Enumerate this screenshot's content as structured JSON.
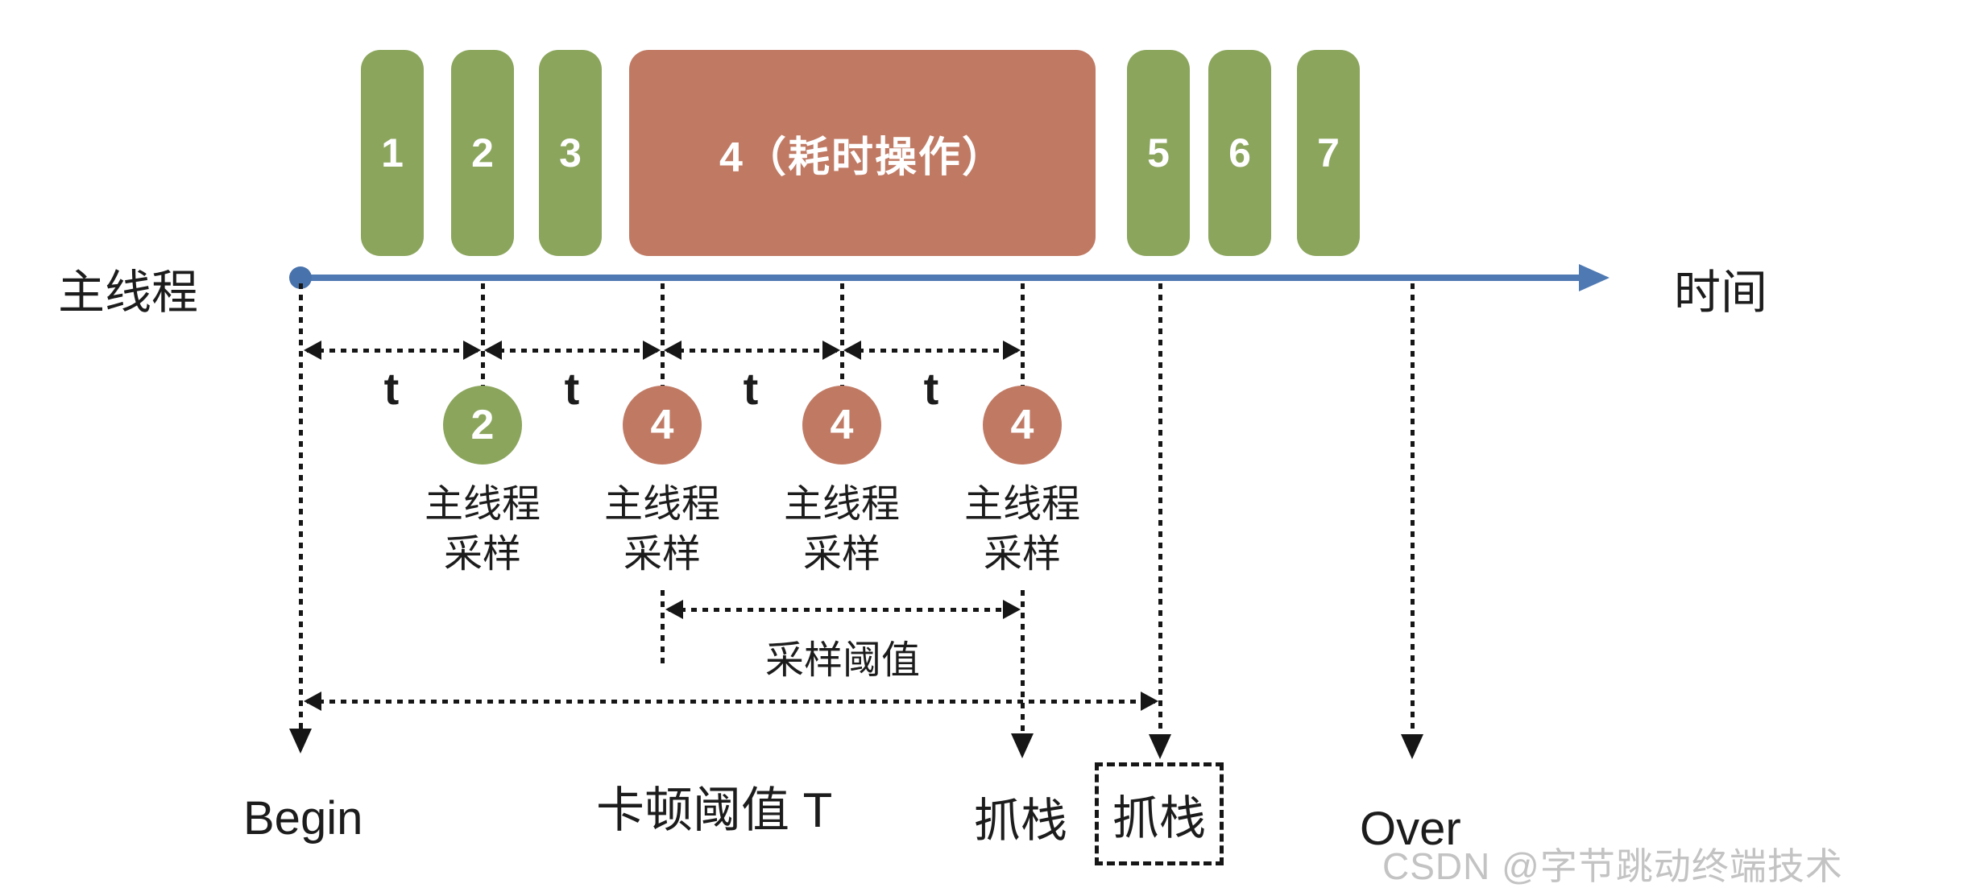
{
  "diagram": {
    "main_thread_label": "主线程",
    "time_label": "时间",
    "interval_label": "t",
    "blocks": [
      {
        "label": "1",
        "type": "normal"
      },
      {
        "label": "2",
        "type": "normal"
      },
      {
        "label": "3",
        "type": "normal"
      },
      {
        "label": "4（耗时操作）",
        "type": "time-consuming"
      },
      {
        "label": "5",
        "type": "normal"
      },
      {
        "label": "6",
        "type": "normal"
      },
      {
        "label": "7",
        "type": "normal"
      }
    ],
    "samples": [
      {
        "value": "2",
        "line1": "主线程",
        "line2": "采样",
        "status": "normal"
      },
      {
        "value": "4",
        "line1": "主线程",
        "line2": "采样",
        "status": "busy"
      },
      {
        "value": "4",
        "line1": "主线程",
        "line2": "采样",
        "status": "busy"
      },
      {
        "value": "4",
        "line1": "主线程",
        "line2": "采样",
        "status": "busy"
      }
    ],
    "sampling_threshold_label": "采样阈值",
    "stall_threshold_label": "卡顿阈值 T",
    "grab_stack_label": "抓栈",
    "grab_stack_boxed_label": "抓栈",
    "begin_label": "Begin",
    "over_label": "Over",
    "watermark": "CSDN @字节跳动终端技术",
    "colors": {
      "normal_block": "#8ba55d",
      "busy_block": "#c07a64",
      "timeline": "#4e79b2",
      "text": "#1c1c1c",
      "watermark": "#c3c3c3"
    }
  }
}
